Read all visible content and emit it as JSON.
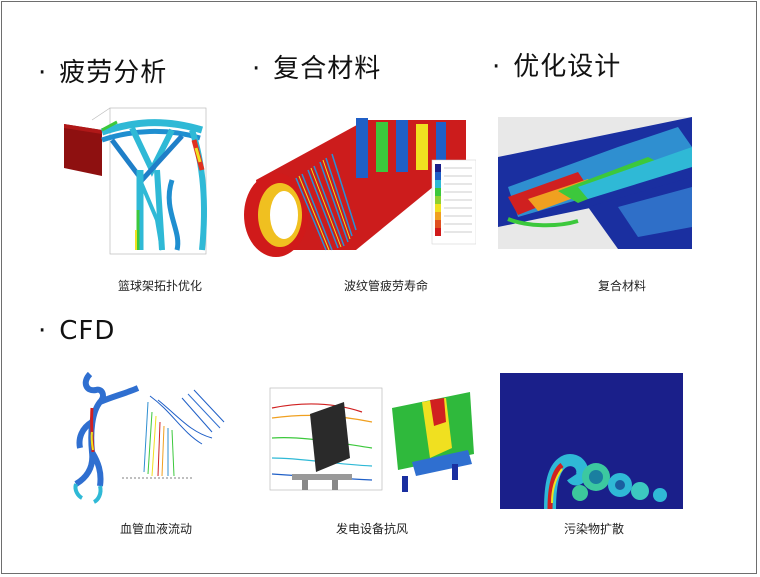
{
  "sections": [
    {
      "title": "疲劳分析"
    },
    {
      "title": "复合材料"
    },
    {
      "title": "优化设计"
    },
    {
      "title": "CFD"
    }
  ],
  "bullet": "·",
  "captions": {
    "basket_frame": "篮球架拓扑优化",
    "bellows": "波纹管疲劳寿命",
    "composite": "复合材料",
    "blood_flow": "血管血液流动",
    "wind": "发电设备抗风",
    "pollutant": "污染物扩散"
  },
  "colors": {
    "fea_red": "#d11a1a",
    "fea_blue": "#1f5fc7",
    "fea_cyan": "#2fb9d6",
    "fea_green": "#3cc83c",
    "fea_yellow": "#f0e020",
    "dark_navy": "#1a1f8a"
  }
}
